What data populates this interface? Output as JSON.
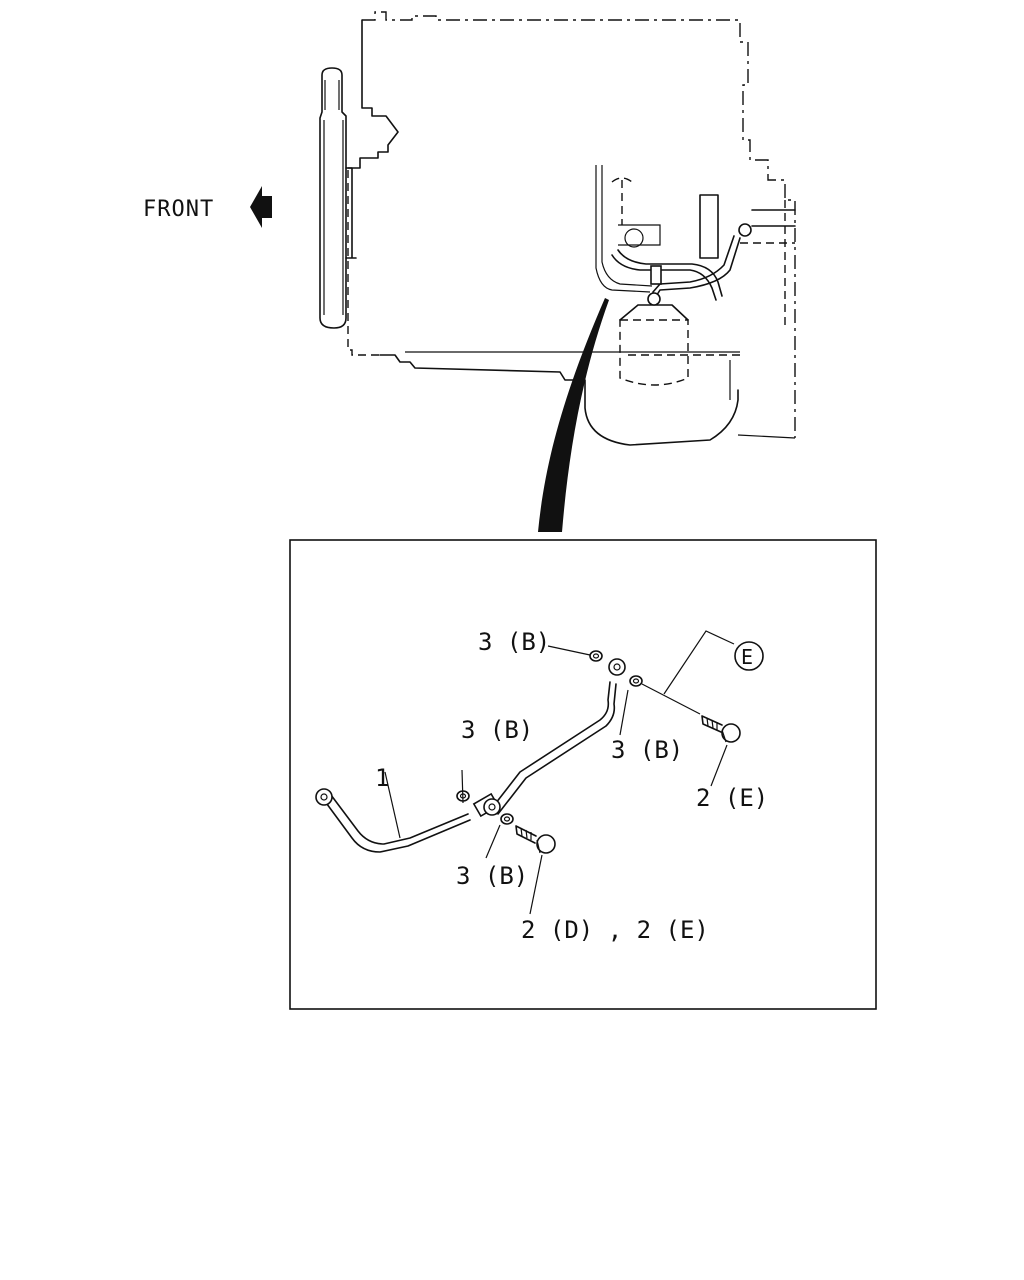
{
  "orientation": {
    "front_label": "FRONT",
    "arrow_icon": "left-arrow-icon"
  },
  "callouts": {
    "washer_top": "3 (B)",
    "washer_left": "3 (B)",
    "washer_right": "3 (B)",
    "washer_bottom": "3 (B)",
    "bolt_right": "2 (E)",
    "bolt_bottom": "2 (D) , 2 (E)",
    "pipe": "1",
    "ref_circle": "E"
  }
}
